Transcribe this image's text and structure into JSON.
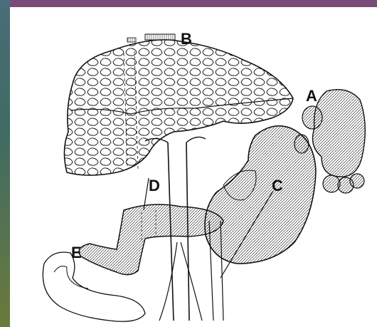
{
  "labels": {
    "a": "A",
    "b": "B",
    "c": "C",
    "d": "D",
    "e": "E"
  },
  "colors": {
    "frame": "#6b3f6f",
    "line": "#111111",
    "paper": "#ffffff"
  }
}
